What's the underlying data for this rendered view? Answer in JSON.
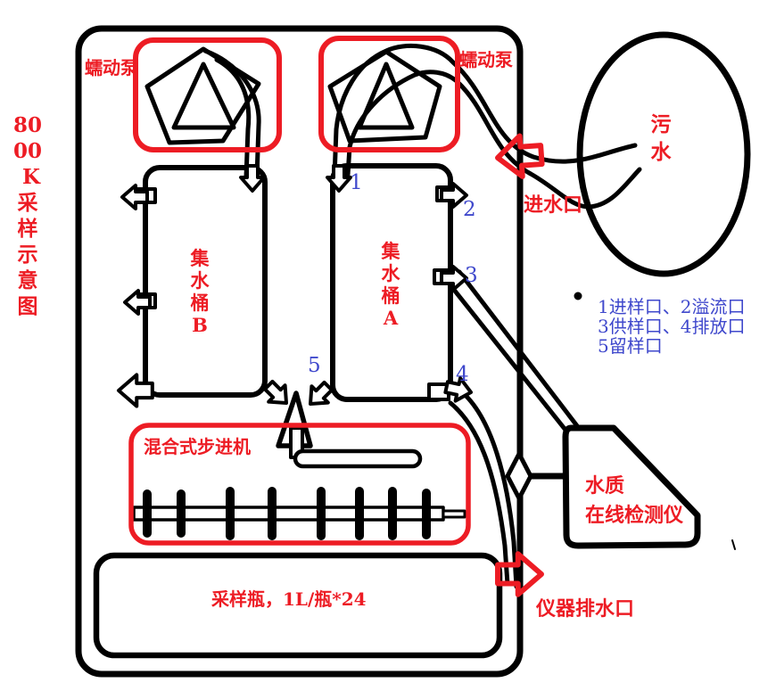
{
  "colors": {
    "red": "#ed1c24",
    "blue": "#3f48cc",
    "black": "#000000"
  },
  "title": "80\n00\n K\n采\n样\n示\n意\n图",
  "pumps": {
    "left_label": "蠕动泵",
    "right_label": "蠕动泵"
  },
  "tanks": {
    "b_label": "集\n水\n桶\nB",
    "a_label": "集\n水\n桶\nA"
  },
  "source_label": "污\n水",
  "inlet_label": "进水口",
  "port_labels": {
    "p1": "1",
    "p2": "2",
    "p3": "3",
    "p4": "4",
    "p5": "5"
  },
  "legend": "1进样口、2溢流口\n3供样口、4排放口\n5留样口",
  "stepper_label": "混合式步进机",
  "bottles_label": "采样瓶，1L/瓶*24",
  "detector_label": "水质\n在线检测仪",
  "drain_label": "仪器排水口"
}
